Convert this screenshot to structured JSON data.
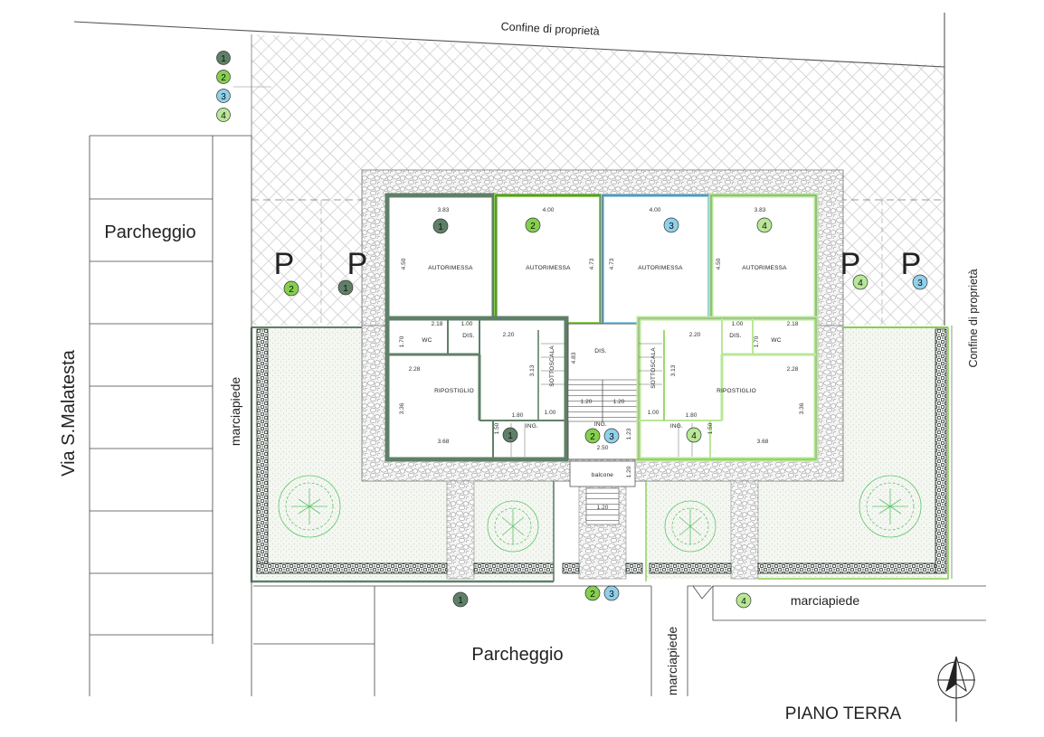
{
  "labels": {
    "property_line_top": "Confine di proprietà",
    "property_line_right": "Confine di proprietà",
    "parking_left": "Parcheggio",
    "parking_bottom": "Parcheggio",
    "street": "Via S.Malatesta",
    "sidewalk_left": "marciapiede",
    "sidewalk_bottom_right": "marciapiede",
    "sidewalk_vertical": "marciapiede",
    "floor_title": "PIANO TERRA"
  },
  "parking_symbol": "P",
  "legend": [
    {
      "n": "1",
      "color": "#5f8068"
    },
    {
      "n": "2",
      "color": "#86cf4e"
    },
    {
      "n": "3",
      "color": "#8fd0ea"
    },
    {
      "n": "4",
      "color": "#b8e896"
    }
  ],
  "units": {
    "garages": [
      {
        "name": "AUTORIMESSA",
        "width": "3.83",
        "depth": "4.50",
        "unit": "1"
      },
      {
        "name": "AUTORIMESSA",
        "width": "4.00",
        "depth": "4.73",
        "unit": "2"
      },
      {
        "name": "AUTORIMESSA",
        "width": "4.00",
        "depth": "4.73",
        "unit": "3"
      },
      {
        "name": "AUTORIMESSA",
        "width": "3.83",
        "depth": "4.50",
        "unit": "4"
      }
    ],
    "left": {
      "wc": "WC",
      "dis": "DIS.",
      "ripostiglio": "RIPOSTIGLIO",
      "sottoscala": "SOTTOSCALA",
      "ing": "ING.",
      "dims": [
        "2.18",
        "1.00",
        "1.70",
        "2.20",
        "2.28",
        "3.36",
        "3.13",
        "1.80",
        "1.00",
        "3.68",
        "1.50"
      ]
    },
    "right": {
      "wc": "WC",
      "dis": "DIS.",
      "ripostiglio": "RIPOSTIGLIO",
      "sottoscala": "SOTTOSCALA",
      "ing": "ING.",
      "dims": [
        "1.00",
        "2.18",
        "1.70",
        "2.20",
        "2.28",
        "3.36",
        "3.13",
        "1.80",
        "1.00",
        "3.68",
        "1.50"
      ]
    },
    "center": {
      "dis": "DIS.",
      "ing": "ING.",
      "balcone": "balcone",
      "dims": [
        "4.83",
        "1.20",
        "1.20",
        "2.50",
        "1.23",
        "1.20",
        "1.20"
      ]
    }
  }
}
